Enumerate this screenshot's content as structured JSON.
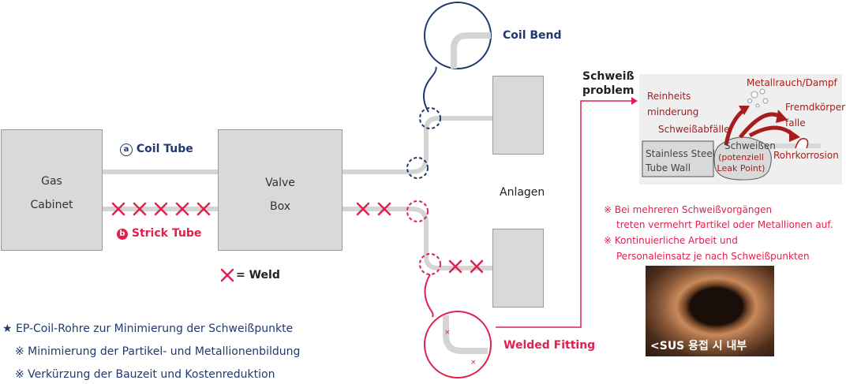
{
  "gas_cabinet": {
    "line1": "Gas",
    "line2": "Cabinet"
  },
  "valve_box": {
    "line1": "Valve",
    "line2": "Box"
  },
  "anlagen": "Anlagen",
  "coil_tube": {
    "badge": "a",
    "label": "Coil Tube"
  },
  "strick_tube": {
    "badge": "b",
    "label": "Strick Tube"
  },
  "weld_legend": "= Weld",
  "coil_bend": "Coil Bend",
  "welded_fitting": "Welded Fitting",
  "schweiss_problem": {
    "line1": "Schweiß",
    "line2": "problem"
  },
  "inset": {
    "reinheits_line1": "Reinheits",
    "reinheits_line2": "minderung",
    "metallrauch": "Metallrauch/Dampf",
    "fremdkoerper_line1": "Fremdkörper",
    "fremdkoerper_line2": "falle",
    "schweissabfaelle": "Schweißabfälle",
    "stainless_line1": "Stainless Steel",
    "stainless_line2": "Tube Wall",
    "schweissen": "Schweißen",
    "leak_line1": "(potenziell",
    "leak_line2": "Leak Point)",
    "rohrkorrosion": "Rohrkorrosion"
  },
  "right_notes": {
    "n1_line1": "※ Bei mehreren Schweißvorgängen",
    "n1_line2": "treten vermehrt Partikel oder Metallionen auf.",
    "n2_line1": "※ Kontinuierliche Arbeit und",
    "n2_line2": "Personaleinsatz je nach Schweißpunkten"
  },
  "photo_caption": "<SUS 용접 시 내부",
  "bottom_notes": {
    "main": "★ EP-Coil-Rohre zur Minimierung der Schweißpunkte",
    "sub1": "※ Minimierung der Partikel- und Metallionenbildung",
    "sub2": "※ Verkürzung der Bauzeit und Kostenreduktion"
  },
  "colors": {
    "navy": "#1f3a6e",
    "red": "#e0204d",
    "pipe": "#d4d4d4",
    "box": "#d9d9d9",
    "dark_red": "#a81c1c"
  }
}
